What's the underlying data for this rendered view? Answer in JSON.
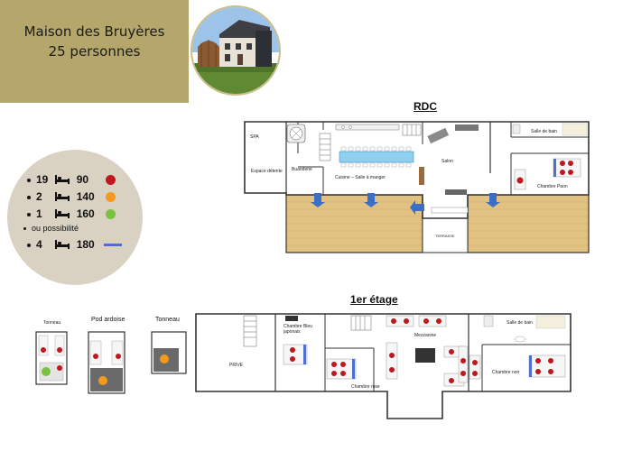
{
  "title": {
    "line1": "Maison des Bruyères",
    "line2": "25 personnes"
  },
  "legend": {
    "rows": [
      {
        "count": "19",
        "size": "90",
        "color": "#c0161d",
        "marker": "dot"
      },
      {
        "count": "2",
        "size": "140",
        "color": "#f39a1e",
        "marker": "dot"
      },
      {
        "count": "1",
        "size": "160",
        "color": "#7cc142",
        "marker": "dot"
      }
    ],
    "possibility_text": "ou possibilité",
    "possibility_row": {
      "count": "4",
      "size": "180",
      "color": "#4f6fd0",
      "marker": "line"
    }
  },
  "rdc": {
    "title": "RDC",
    "rooms": {
      "spa": "SPA",
      "relax": "Espace détente",
      "laundry": "Buanderie",
      "kitchen": "Cuisine – Salle à manger",
      "living": "Salon",
      "bathroom": "Salle de bain",
      "peacock": "Chambre Paon",
      "terrace": "TERRASSE"
    }
  },
  "etage": {
    "title": "1er étage",
    "rooms": {
      "private": "PRIVE",
      "blue_room_line1": "Chambre Bleu",
      "blue_room_line2": "japonais",
      "pink_room": "Chambre rose",
      "mezzanine": "Mezzanine",
      "bathroom": "Salle de bain",
      "black_room": "Chambre noir"
    }
  },
  "outbuildings": {
    "tonneau1": "Tonneau",
    "pod": "Pod ardoise",
    "tonneau2": "Tonneau"
  }
}
